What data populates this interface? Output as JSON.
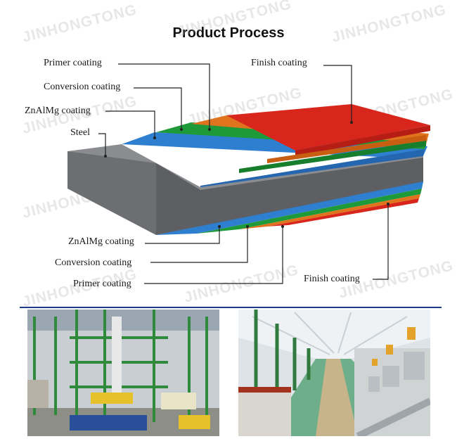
{
  "title": "Product Process",
  "watermark": "JINHONGTONG",
  "upper_labels": {
    "primer": "Primer coating",
    "conversion": "Conversion coating",
    "znalmg": "ZnAlMg coating",
    "steel": "Steel",
    "finish": "Finish coating"
  },
  "lower_labels": {
    "znalmg": "ZnAlMg coating",
    "conversion": "Conversion coating",
    "primer": "Primer coating",
    "finish": "Finish coating"
  },
  "colors": {
    "steel": "#6c6e72",
    "znalmg": "#2e7fd0",
    "conversion": "#1e9a3a",
    "primer": "#e0731e",
    "finish": "#d8261c",
    "rule": "#1f3a8a"
  }
}
